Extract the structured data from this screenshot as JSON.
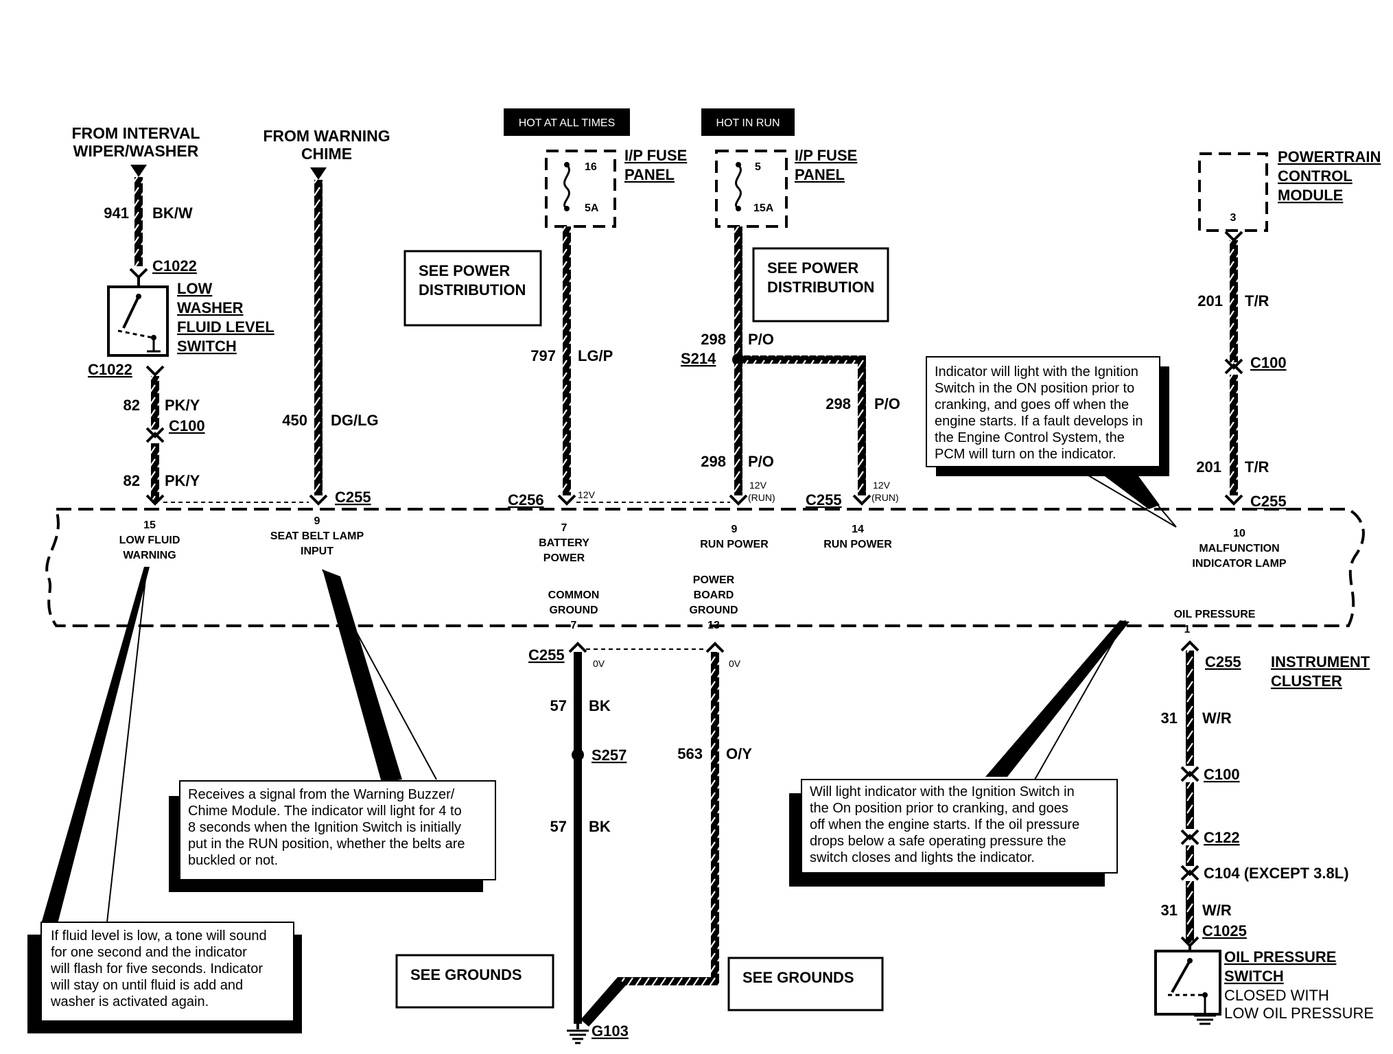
{
  "sources": {
    "wiper": [
      "FROM INTERVAL",
      "WIPER/WASHER"
    ],
    "chime": [
      "FROM WARNING",
      "CHIME"
    ]
  },
  "hot_labels": {
    "always": "HOT AT ALL TIMES",
    "run": "HOT IN RUN"
  },
  "fuse1": {
    "number": "16",
    "rating": "5A",
    "label": [
      "I/P FUSE",
      "PANEL"
    ]
  },
  "fuse2": {
    "number": "5",
    "rating": "15A",
    "label": [
      "I/P FUSE",
      "PANEL"
    ]
  },
  "pcm": {
    "label": [
      "POWERTRAIN",
      "CONTROL",
      "MODULE"
    ],
    "pin": "3"
  },
  "see_power": [
    "SEE POWER",
    "DISTRIBUTION"
  ],
  "see_grounds": "SEE GROUNDS",
  "wires": {
    "w941": {
      "circuit": "941",
      "color": "BK/W"
    },
    "w82a": {
      "circuit": "82",
      "color": "PK/Y"
    },
    "w82b": {
      "circuit": "82",
      "color": "PK/Y"
    },
    "w450": {
      "circuit": "450",
      "color": "DG/LG"
    },
    "w797": {
      "circuit": "797",
      "color": "LG/P"
    },
    "w298a": {
      "circuit": "298",
      "color": "P/O"
    },
    "w298b": {
      "circuit": "298",
      "color": "P/O"
    },
    "w298c": {
      "circuit": "298",
      "color": "P/O"
    },
    "w201a": {
      "circuit": "201",
      "color": "T/R"
    },
    "w201b": {
      "circuit": "201",
      "color": "T/R"
    },
    "w57a": {
      "circuit": "57",
      "color": "BK"
    },
    "w57b": {
      "circuit": "57",
      "color": "BK"
    },
    "w563": {
      "circuit": "563",
      "color": "O/Y"
    },
    "w31a": {
      "circuit": "31",
      "color": "W/R"
    },
    "w31b": {
      "circuit": "31",
      "color": "W/R"
    }
  },
  "connectors": {
    "c1022a": "C1022",
    "c1022b": "C1022",
    "c100a": "C100",
    "c255a": "C255",
    "c256": "C256",
    "s214": "S214",
    "c255b": "C255",
    "c100b": "C100",
    "c255c": "C255",
    "c255d": "C255",
    "s257": "S257",
    "g103": "G103",
    "c255e": "C255",
    "c100c": "C100",
    "c122": "C122",
    "c104": "C104 (EXCEPT 3.8L)",
    "c1025": "C1025"
  },
  "low_washer_switch": [
    "LOW",
    "WASHER",
    "FLUID LEVEL",
    "SWITCH"
  ],
  "voltages": {
    "v12": "12V",
    "v12run_a": "12V",
    "v12run_b": "12V",
    "run": "(RUN)",
    "ov": "0V"
  },
  "pins": [
    {
      "num": "15",
      "name": [
        "LOW FLUID",
        "WARNING"
      ]
    },
    {
      "num": "9",
      "name": [
        "SEAT BELT LAMP",
        "INPUT"
      ]
    },
    {
      "num": "7",
      "name": [
        "BATTERY",
        "POWER"
      ]
    },
    {
      "num": "9",
      "name": [
        "RUN POWER"
      ]
    },
    {
      "num": "14",
      "name": [
        "RUN POWER"
      ]
    },
    {
      "num": "10",
      "name": [
        "MALFUNCTION",
        "INDICATOR LAMP"
      ]
    }
  ],
  "lower_pins": {
    "common": {
      "name": [
        "COMMON",
        "GROUND"
      ],
      "num": "7"
    },
    "power_board": {
      "name": [
        "POWER",
        "BOARD",
        "GROUND"
      ],
      "num": "13"
    },
    "oil": {
      "name": "OIL PRESSURE",
      "num": "1"
    }
  },
  "instrument_cluster": [
    "INSTRUMENT",
    "CLUSTER"
  ],
  "oil_switch": {
    "label": [
      "OIL PRESSURE",
      "SWITCH"
    ],
    "desc": [
      "CLOSED WITH",
      "LOW OIL PRESSURE"
    ]
  },
  "notes": {
    "mil": [
      "Indicator will light with the Ignition",
      "Switch in the ON position prior to",
      "cranking, and goes off when the",
      "engine starts.  If a fault develops in",
      "the Engine Control System, the",
      "PCM will turn on the indicator."
    ],
    "seatbelt": [
      "Receives a signal from the Warning Buzzer/",
      "Chime Module.  The indicator will light for 4 to",
      "8 seconds when the Ignition Switch is initially",
      "put in the RUN position, whether the belts are",
      "buckled or not."
    ],
    "fluid": [
      "If fluid level is low, a tone will sound",
      "for one second and the indicator",
      "will flash for five seconds. Indicator",
      "will stay on until fluid is add and",
      "washer is activated again."
    ],
    "oil": [
      "Will light indicator  with the Ignition Switch in",
      "the On position prior to cranking, and goes",
      "off when the engine starts.  If the oil pressure",
      "drops below a safe operating pressure the",
      "switch closes and lights the indicator."
    ]
  }
}
